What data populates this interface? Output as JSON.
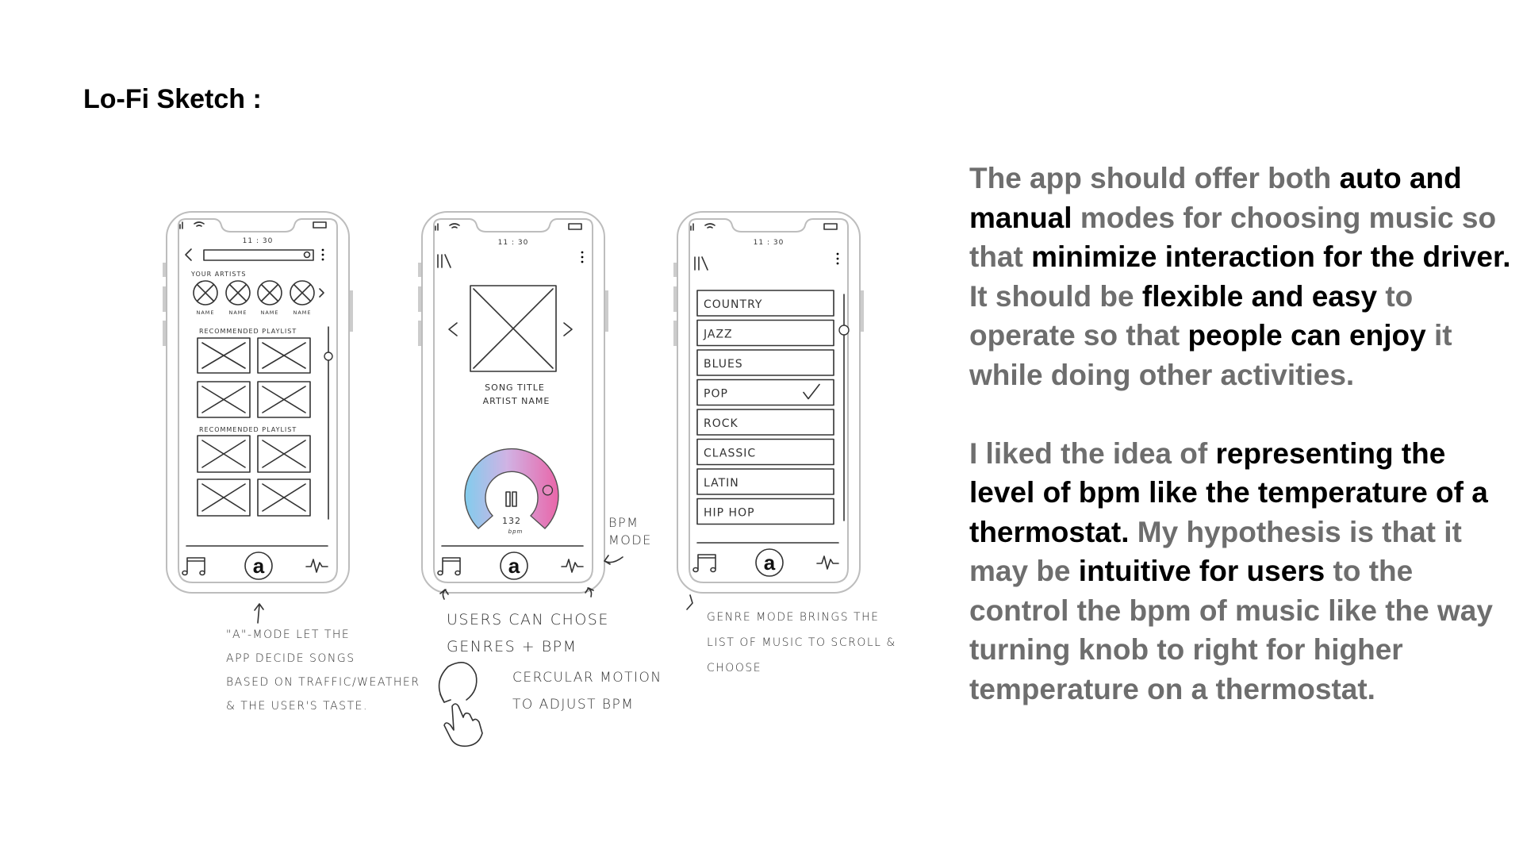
{
  "title": "Lo-Fi Sketch :",
  "phones": {
    "time": "11 : 30",
    "artists_screen": {
      "your_artists": "YOUR ARTISTS",
      "artist_label": "NAME",
      "section1": "RECOMMENDED PLAYLIST",
      "section2": "RECOMMENDED PLAYLIST"
    },
    "player_screen": {
      "song_title": "SONG TITLE",
      "artist_name": "ARTIST NAME",
      "bpm_value": "132",
      "bpm_unit": "bpm",
      "bpm_level_percent": 80
    },
    "genre_screen": {
      "genres": [
        "COUNTRY",
        "JAZZ",
        "BLUES",
        "POP",
        "ROCK",
        "CLASSIC",
        "LATIN",
        "HIP HOP"
      ],
      "selected": "POP"
    },
    "mode_button_label": "a"
  },
  "notes": {
    "a_mode": [
      "\"a\"-MODE LET THE",
      "APP DECIDE SONGS",
      "BASED ON TRAFFIC/WEATHER",
      "& THE USER'S TASTE."
    ],
    "users_choose": [
      "USERS CAN CHOSE",
      "GENRES + BPM"
    ],
    "bpm_mode": [
      "BPM",
      "MODE"
    ],
    "circular": [
      "CERCULAR MOTION",
      "TO ADJUST BPM"
    ],
    "genre_mode": [
      "GENRE MODE BRINGS THE",
      "LIST OF MUSIC TO SCROLL &",
      "CHOOSE"
    ]
  },
  "description": {
    "p1": [
      {
        "t": "The app should offer both ",
        "em": false
      },
      {
        "t": "auto and manual",
        "em": true
      },
      {
        "t": " modes for choosing music so that ",
        "em": false
      },
      {
        "t": "minimize interaction for the driver.",
        "em": true
      },
      {
        "t": " It should be ",
        "em": false
      },
      {
        "t": "flexible and easy",
        "em": true
      },
      {
        "t": " to operate so that ",
        "em": false
      },
      {
        "t": "people can enjoy",
        "em": true
      },
      {
        "t": " it while doing other activities.",
        "em": false
      }
    ],
    "p2": [
      {
        "t": "I liked the idea of ",
        "em": false
      },
      {
        "t": "representing the level of bpm like the temperature of a thermostat.",
        "em": true
      },
      {
        "t": " My hypothesis is that it may be ",
        "em": false
      },
      {
        "t": "intuitive for users",
        "em": true
      },
      {
        "t": " to the control the bpm of music like the way turning knob to right for higher temperature on a thermostat.",
        "em": false
      }
    ],
    "colors": {
      "muted": "#6e6e6e",
      "emphasis": "#000000"
    }
  }
}
